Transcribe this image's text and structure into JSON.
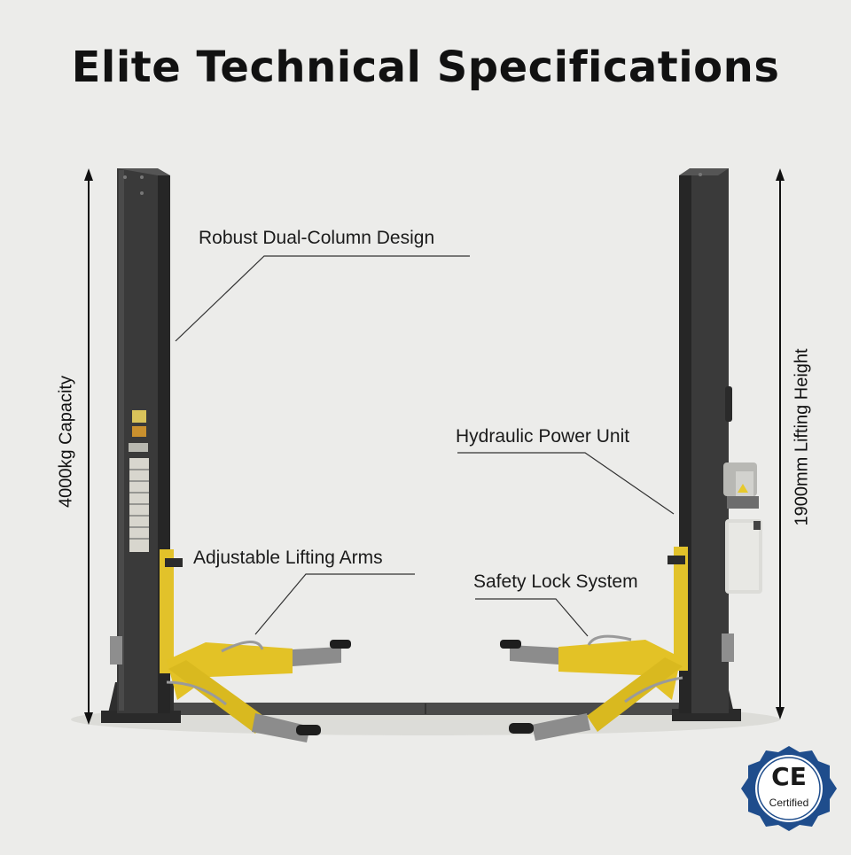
{
  "title": "Elite Technical Specifications",
  "callouts": {
    "dual_column": "Robust Dual-Column Design",
    "hydraulic": "Hydraulic Power Unit",
    "arms": "Adjustable Lifting Arms",
    "safety": "Safety Lock System"
  },
  "dimensions": {
    "capacity": "4000kg Capacity",
    "lifting_height": "1900mm Lifting Height"
  },
  "badge": {
    "mark": "CE",
    "text": "Certified"
  },
  "colors": {
    "column": "#3b3b3b",
    "arm_yellow": "#e6c62a",
    "badge_blue": "#1f4d8c",
    "background": "#ececea"
  }
}
